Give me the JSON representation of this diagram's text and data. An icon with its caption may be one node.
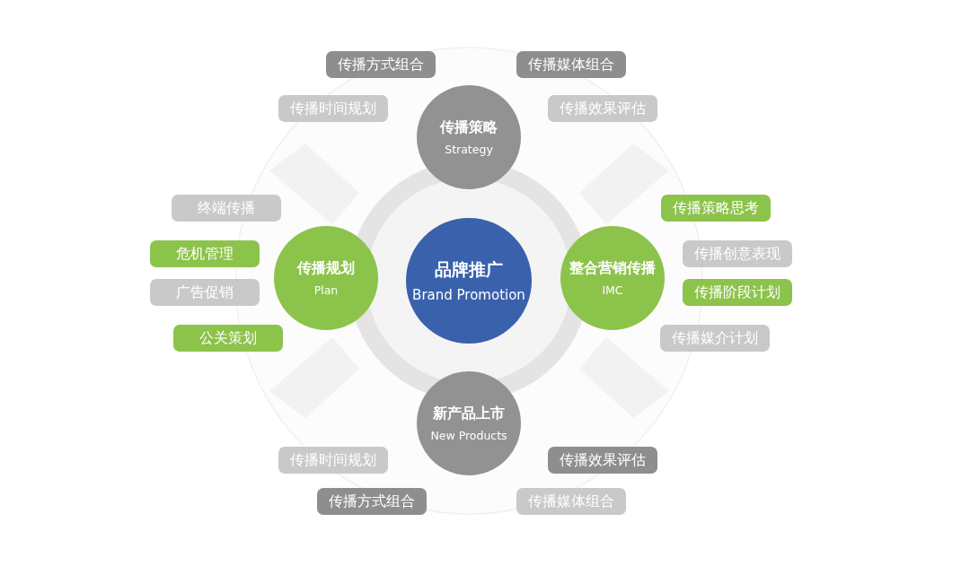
{
  "diagram": {
    "nodes": [
      {
        "text": [
          "传播方式组合"
        ]
      },
      {
        "text": [
          "传播媒体组合"
        ]
      },
      {
        "text": [
          "传播时间规划"
        ]
      },
      {
        "text": [
          "传播效果评估"
        ]
      },
      {
        "text": [
          "传播策略",
          "Strategy"
        ]
      },
      {
        "text": [
          "终端传播"
        ]
      },
      {
        "text": [
          "传播策略思考"
        ]
      },
      {
        "text": [
          "危机管理"
        ]
      },
      {
        "text": [
          "传播创意表现"
        ]
      },
      {
        "text": [
          "传播规划",
          "Plan"
        ]
      },
      {
        "text": [
          "品牌推广",
          "Brand Promotion"
        ]
      },
      {
        "text": [
          "整合营销传播",
          "IMC"
        ]
      },
      {
        "text": [
          "广告促销"
        ]
      },
      {
        "text": [
          "传播阶段计划"
        ]
      },
      {
        "text": [
          "公关策划"
        ]
      },
      {
        "text": [
          "传播媒介计划"
        ]
      },
      {
        "text": [
          "新产品上市",
          "New Products"
        ]
      },
      {
        "text": [
          "传播时间规划"
        ]
      },
      {
        "text": [
          "传播效果评估"
        ]
      },
      {
        "text": [
          "传播方式组合"
        ]
      },
      {
        "text": [
          "传播媒体组合"
        ]
      }
    ]
  }
}
